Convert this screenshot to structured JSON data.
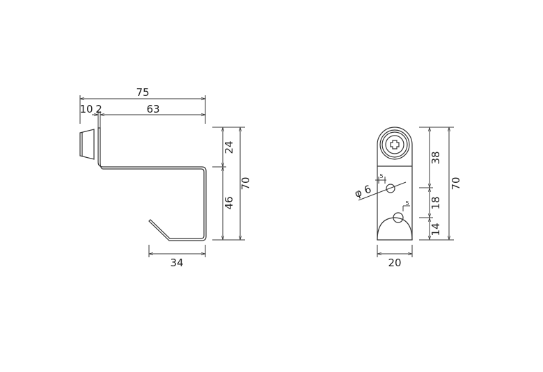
{
  "side_view": {
    "dims": {
      "overall_width": "75",
      "cap_width": "10",
      "wire_thickness": "2",
      "arm_length": "63",
      "upper_height": "24",
      "lower_height": "46",
      "total_height": "70",
      "hook_width": "34"
    }
  },
  "front_view": {
    "dims": {
      "hole_dia": "φ 6",
      "hole_offset_1": "5",
      "hole_offset_2": "5",
      "upper_height": "38",
      "middle_height": "18",
      "lower_height": "14",
      "total_height": "70",
      "width": "20"
    }
  }
}
